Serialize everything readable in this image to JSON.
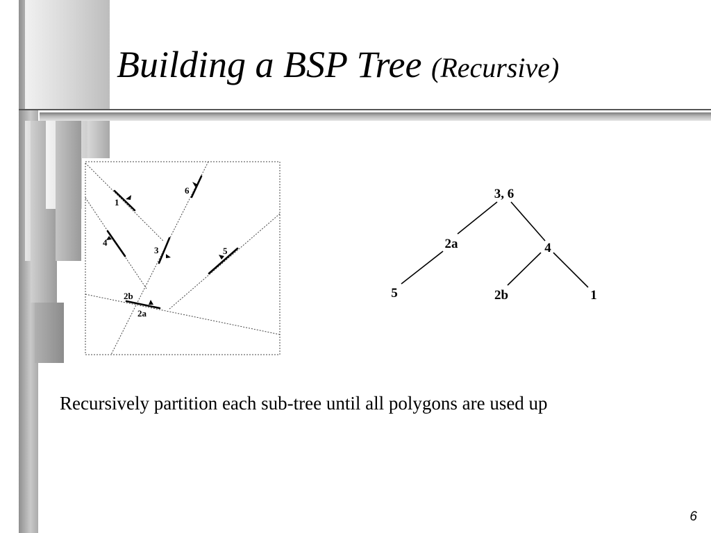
{
  "slide": {
    "title_main": "Building a BSP Tree",
    "title_sub": "(Recursive)",
    "body_text": "Recursively partition each sub-tree until all polygons are used up",
    "page_number": "6"
  },
  "partition_figure": {
    "labels": {
      "seg1": "1",
      "seg2a": "2a",
      "seg2b": "2b",
      "seg3": "3",
      "seg4": "4",
      "seg5": "5",
      "seg6": "6"
    }
  },
  "bsp_tree": {
    "root": "3, 6",
    "left": "2a",
    "right": "4",
    "left_left": "5",
    "right_left": "2b",
    "right_right": "1"
  }
}
